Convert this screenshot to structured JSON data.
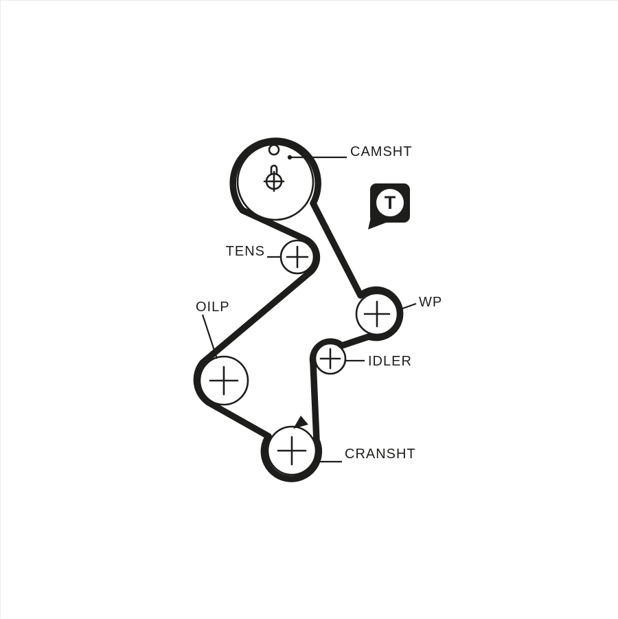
{
  "diagram": {
    "type": "timing-belt-routing",
    "labels": {
      "camshaft": "CAMSHT",
      "tensioner": "TENS",
      "oil_pump": "OILP",
      "water_pump": "WP",
      "idler": "IDLER",
      "crankshaft": "CRANSHT"
    },
    "timing_mark": {
      "letter": "T"
    },
    "colors": {
      "ink": "#1d1d1b",
      "background": "#ffffff"
    }
  }
}
